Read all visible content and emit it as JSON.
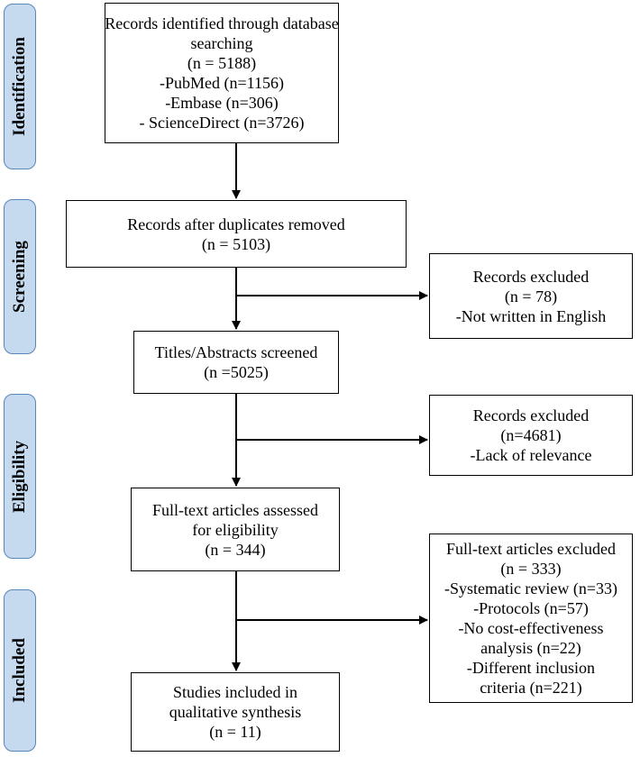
{
  "phases": [
    "Identification",
    "Screening",
    "Eligibility",
    "Included"
  ],
  "boxes": {
    "identified": [
      "Records identified through database",
      "searching",
      "(n = 5188)",
      "-PubMed (n=1156)",
      "-Embase (n=306)",
      "- ScienceDirect (n=3726)"
    ],
    "duplicates_removed": [
      "Records after duplicates removed",
      "(n = 5103)"
    ],
    "excluded_language": [
      "Records excluded",
      "(n = 78)",
      "-Not written in English"
    ],
    "screened": [
      "Titles/Abstracts screened",
      "(n =5025)"
    ],
    "excluded_relevance": [
      "Records excluded",
      "(n=4681)",
      "-Lack of relevance"
    ],
    "fulltext_assessed": [
      "Full-text articles assessed",
      "for eligibility",
      "(n = 344)"
    ],
    "fulltext_excluded": [
      "Full-text articles excluded",
      "(n = 333)",
      "-Systematic review (n=33)",
      "-Protocols (n=57)",
      "-No cost-effectiveness",
      "analysis (n=22)",
      "-Different inclusion",
      "criteria (n=221)"
    ],
    "included": [
      "Studies included in",
      "qualitative synthesis",
      "(n = 11)"
    ]
  }
}
